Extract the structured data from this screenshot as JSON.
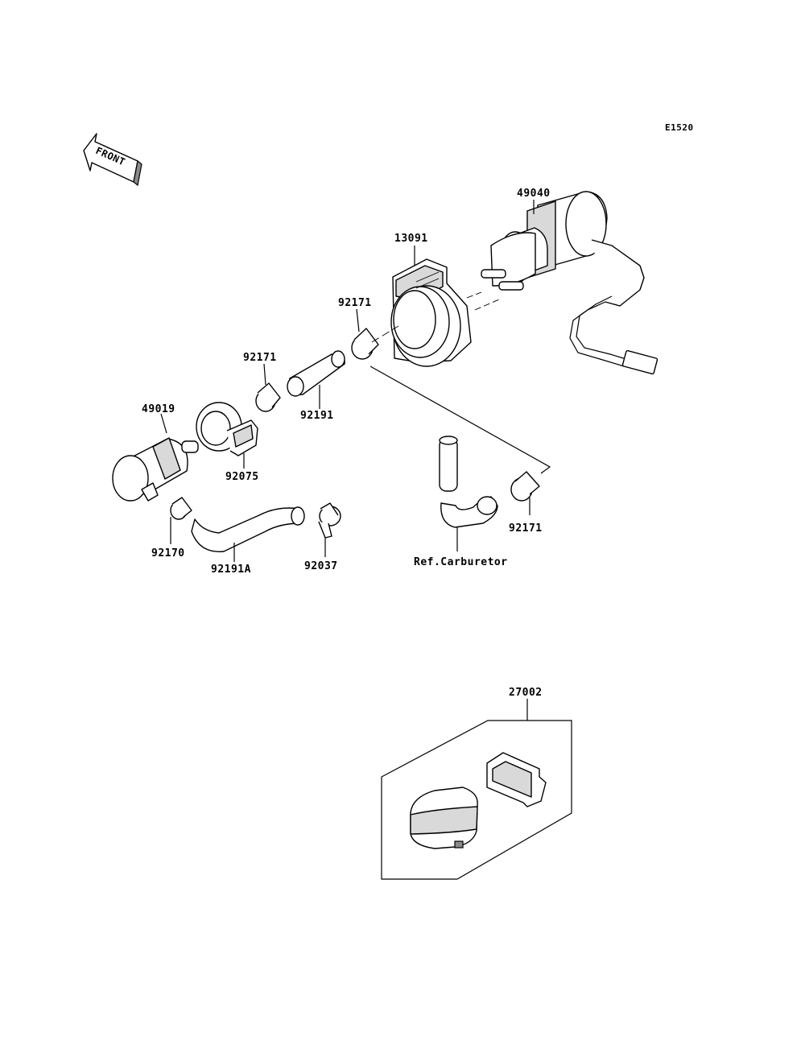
{
  "diagram": {
    "code": "E1520",
    "front_marker": "FRONT",
    "parts": {
      "fuel_pump": "49040",
      "bracket": "13091",
      "clamp_upper": "92171",
      "clamp_mid": "92171",
      "hose": "92191",
      "fuel_filter": "49019",
      "filter_holder": "92075",
      "clamp_right": "92171",
      "clamp_filter": "92170",
      "hose_a": "92191A",
      "clamp_hose": "92037",
      "relay": "27002"
    },
    "reference": "Ref.Carburetor"
  }
}
